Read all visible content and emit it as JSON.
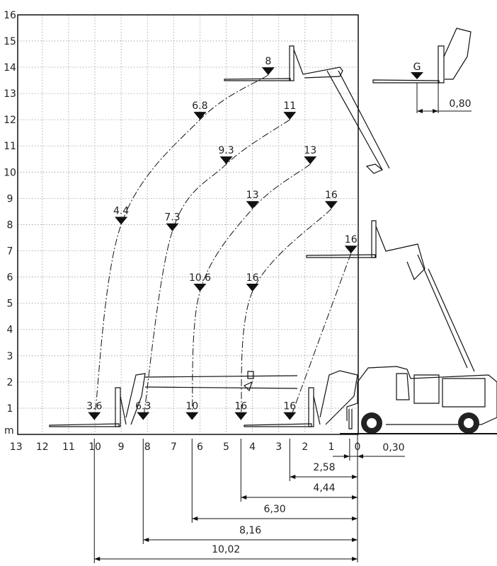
{
  "axes": {
    "x_unit": "m",
    "x_ticks": [
      "13",
      "12",
      "11",
      "10",
      "9",
      "8",
      "7",
      "6",
      "5",
      "4",
      "3",
      "2",
      "1",
      "0"
    ],
    "y_unit": "m",
    "y_ticks": [
      "1",
      "2",
      "3",
      "4",
      "5",
      "6",
      "7",
      "8",
      "9",
      "10",
      "11",
      "12",
      "13",
      "14",
      "15",
      "16"
    ]
  },
  "load_curves": [
    {
      "points": [
        {
          "x": 3.4,
          "y": 13.7,
          "label": "8"
        },
        {
          "x": 6.0,
          "y": 12.0,
          "label": "6.8"
        },
        {
          "x": 9.0,
          "y": 8.0,
          "label": "4.4"
        },
        {
          "x": 10.02,
          "y": 0.55,
          "label": "3.6"
        }
      ]
    },
    {
      "points": [
        {
          "x": 2.58,
          "y": 12.0,
          "label": "11"
        },
        {
          "x": 5.0,
          "y": 10.3,
          "label": "9.3"
        },
        {
          "x": 7.05,
          "y": 7.75,
          "label": "7.3"
        },
        {
          "x": 8.16,
          "y": 0.55,
          "label": "6.3"
        }
      ]
    },
    {
      "points": [
        {
          "x": 1.8,
          "y": 10.3,
          "label": "13"
        },
        {
          "x": 4.0,
          "y": 8.6,
          "label": "13"
        },
        {
          "x": 6.0,
          "y": 5.45,
          "label": "10.6"
        },
        {
          "x": 6.3,
          "y": 0.55,
          "label": "10"
        }
      ]
    },
    {
      "points": [
        {
          "x": 1.0,
          "y": 8.6,
          "label": "16"
        },
        {
          "x": 4.0,
          "y": 5.45,
          "label": "16"
        },
        {
          "x": 4.44,
          "y": 0.55,
          "label": "16"
        }
      ]
    },
    {
      "points": [
        {
          "x": 0.25,
          "y": 6.9,
          "label": "16"
        },
        {
          "x": 2.58,
          "y": 0.55,
          "label": "16"
        }
      ]
    }
  ],
  "dimensions": [
    {
      "value_m": 0.3,
      "label": "0,30"
    },
    {
      "value_m": 2.58,
      "label": "2,58"
    },
    {
      "value_m": 4.44,
      "label": "4,44"
    },
    {
      "value_m": 6.3,
      "label": "6,30"
    },
    {
      "value_m": 8.16,
      "label": "8,16"
    },
    {
      "value_m": 10.02,
      "label": "10,02"
    }
  ],
  "inset": {
    "load_label": "G",
    "offset_label": "0,80"
  }
}
